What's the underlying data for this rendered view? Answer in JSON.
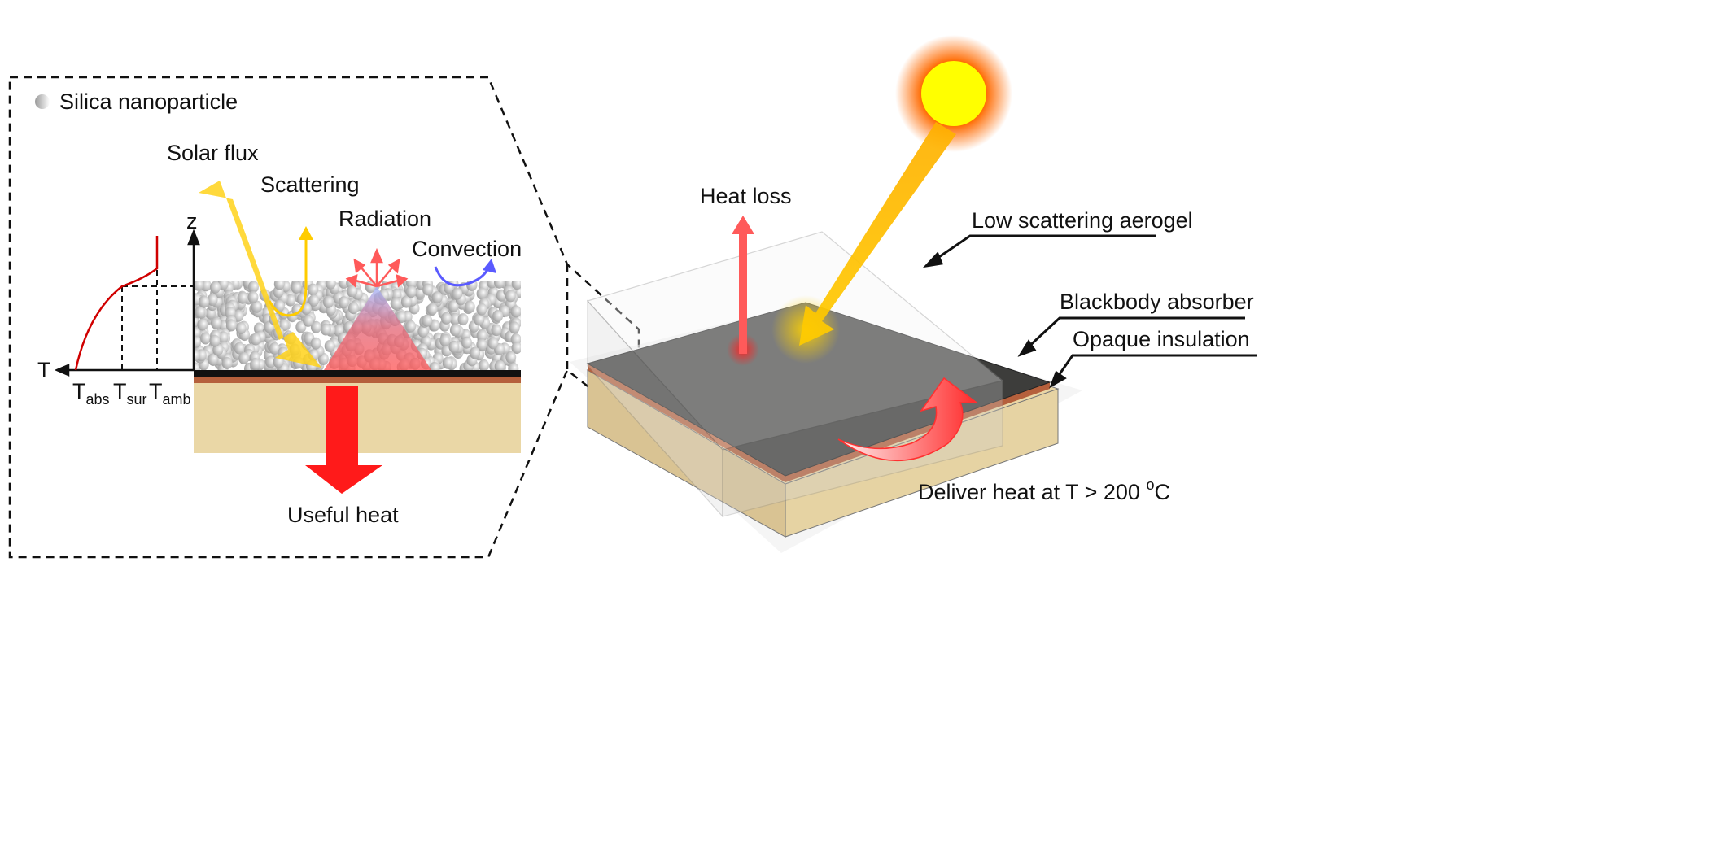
{
  "left_panel": {
    "legend_label": "Silica nanoparticle",
    "solar_flux": "Solar flux",
    "scattering": "Scattering",
    "radiation": "Radiation",
    "convection": "Convection",
    "useful_heat": "Useful heat",
    "axis_z": "z",
    "axis_t": "T",
    "t_abs": {
      "main": "T",
      "sub": "abs"
    },
    "t_sur": {
      "main": "T",
      "sub": "sur"
    },
    "t_amb": {
      "main": "T",
      "sub": "amb"
    }
  },
  "right_panel": {
    "heat_loss": "Heat loss",
    "aerogel": "Low scattering aerogel",
    "absorber": "Blackbody absorber",
    "insulation": "Opaque insulation",
    "deliver": "Deliver heat at T > 200 ",
    "deliver_unit_sup": "o",
    "deliver_unit": "C"
  },
  "colors": {
    "solar": "#ffcc00",
    "heat": "#ff2020",
    "convection": "#5a5aff",
    "insulation": "#ead7a6",
    "absorber": "#3d3d3b",
    "copper": "#b5603c"
  }
}
